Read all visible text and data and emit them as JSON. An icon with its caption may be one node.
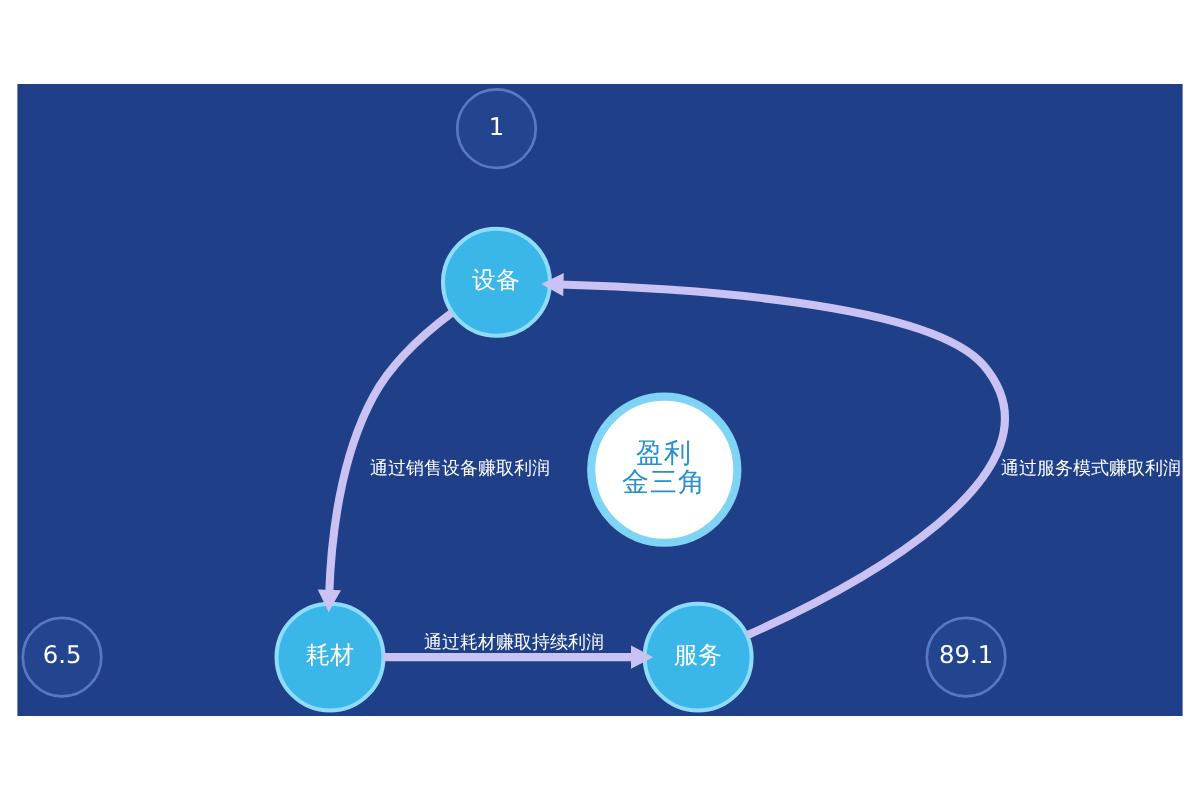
{
  "diagram": {
    "nodes": [
      {
        "text": [
          "盈利金三角"
        ]
      },
      {
        "text": [
          "设备"
        ]
      },
      {
        "text": [
          "耗材"
        ]
      },
      {
        "text": [
          "服务"
        ]
      },
      {
        "text": [
          "1"
        ]
      },
      {
        "text": [
          "6.5"
        ]
      },
      {
        "text": [
          "89.1"
        ]
      }
    ],
    "edges": [
      {
        "from": 1,
        "to": 2,
        "arrow": "to",
        "label": "通过销售设备赚取利润"
      },
      {
        "from": 2,
        "to": 3,
        "arrow": "to",
        "label": "通过耗材赚取持续利润"
      },
      {
        "from": 3,
        "to": 1,
        "arrow": "to",
        "label": "通过服务模式赚取利润"
      }
    ]
  }
}
